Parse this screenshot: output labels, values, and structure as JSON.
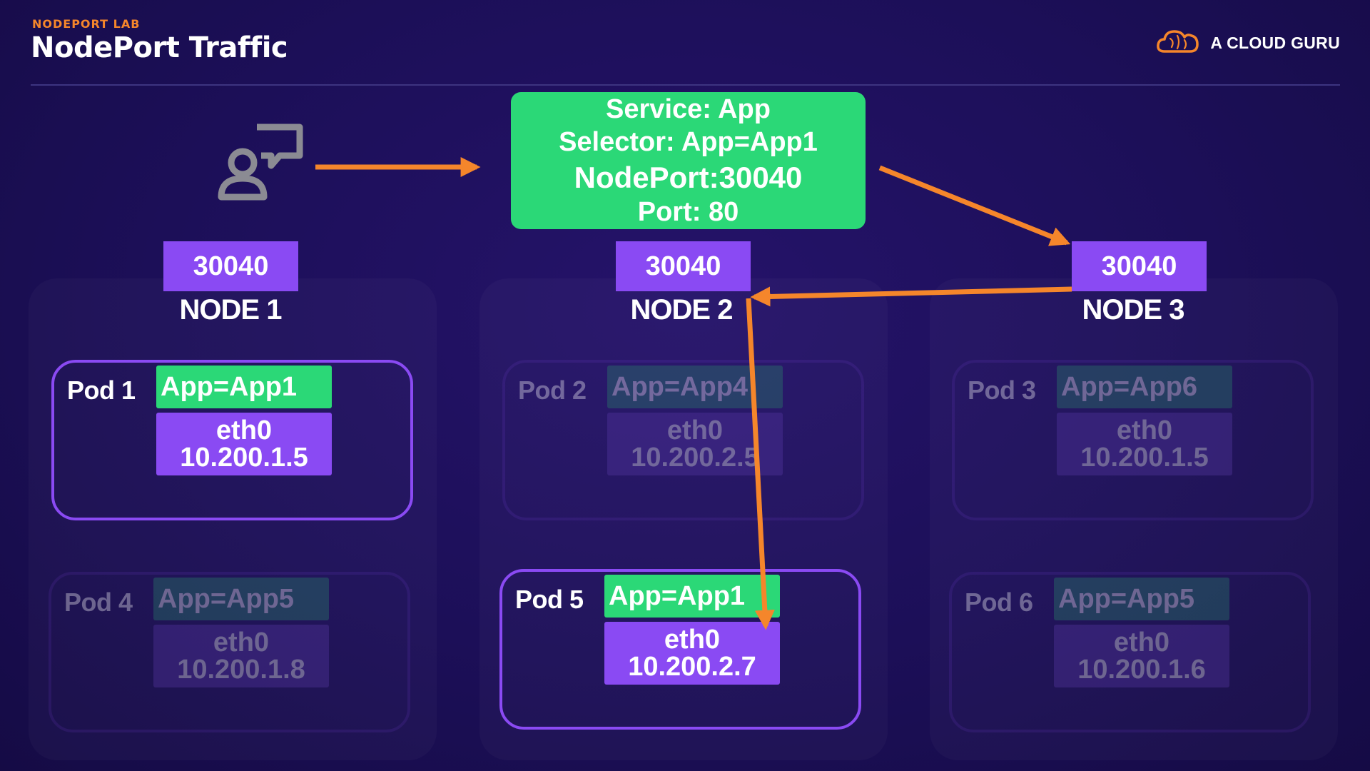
{
  "header": {
    "eyebrow": "NODEPORT LAB",
    "title": "NodePort Traffic"
  },
  "brand": {
    "name": "A CLOUD GURU"
  },
  "service": {
    "line1": "Service: App",
    "line2": "Selector: App=App1",
    "line3": "NodePort:30040",
    "line4": "Port: 80"
  },
  "nodes": [
    {
      "port": "30040",
      "label": "NODE 1"
    },
    {
      "port": "30040",
      "label": "NODE 2"
    },
    {
      "port": "30040",
      "label": "NODE 3"
    }
  ],
  "pods": [
    {
      "name": "Pod 1",
      "app": "App=App1",
      "iface": "eth0",
      "ip": "10.200.1.5",
      "active": true
    },
    {
      "name": "Pod 2",
      "app": "App=App4",
      "iface": "eth0",
      "ip": "10.200.2.5",
      "active": false
    },
    {
      "name": "Pod 3",
      "app": "App=App6",
      "iface": "eth0",
      "ip": "10.200.1.5",
      "active": false
    },
    {
      "name": "Pod 4",
      "app": "App=App5",
      "iface": "eth0",
      "ip": "10.200.1.8",
      "active": false
    },
    {
      "name": "Pod 5",
      "app": "App=App1",
      "iface": "eth0",
      "ip": "10.200.2.7",
      "active": true
    },
    {
      "name": "Pod 6",
      "app": "App=App5",
      "iface": "eth0",
      "ip": "10.200.1.6",
      "active": false
    }
  ],
  "colors": {
    "arrow": "#f5862b",
    "service": "#2bd877",
    "port": "#8a4af3",
    "accent": "#f5862b"
  },
  "icons": {
    "user": "user-chat-icon",
    "logo": "cloud-logo-icon"
  }
}
